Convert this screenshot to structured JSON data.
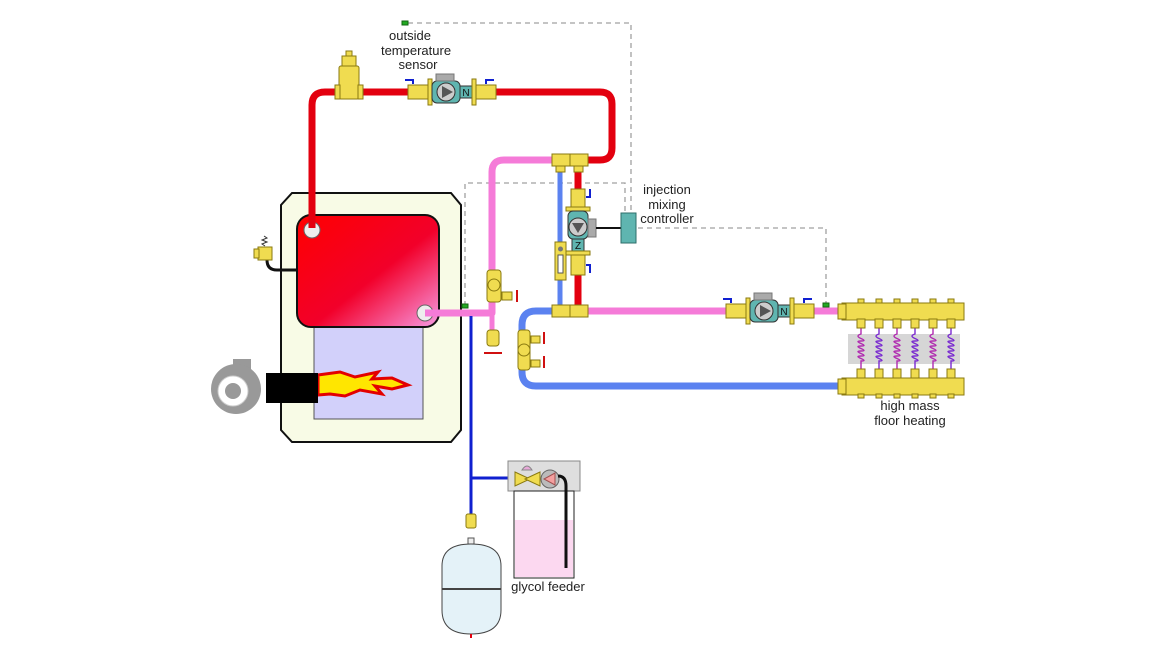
{
  "title": "Boiler system with injection mixing and high mass floor heating",
  "labels": {
    "outside_sensor": [
      "outside",
      "temperature",
      "sensor"
    ],
    "controller": [
      "injection",
      "mixing",
      "controller"
    ],
    "floor": [
      "high mass",
      "floor heating"
    ],
    "glycol": "glycol feeder"
  },
  "colors": {
    "supply_hot": "#e3000f",
    "return_warm": "#f57bd8",
    "cool": "#5b82f0",
    "cold_fill": "#1020d0",
    "brass": "#f0dc50",
    "pump_teal": "#5fb5b0",
    "boiler_jacket": "#f8fbe6",
    "combustion_chamber": "#d2d0fa",
    "glycol_fluid": "#fcd8f0",
    "expansion_tank": "#e4f2f8",
    "sensor_green": "#22aa22",
    "wiring": "#a0a0a0"
  },
  "components": [
    {
      "id": "boiler",
      "name": "boiler"
    },
    {
      "id": "burner",
      "name": "oil burner"
    },
    {
      "id": "relief-valve",
      "name": "pressure relief valve"
    },
    {
      "id": "air-separator",
      "name": "air separator"
    },
    {
      "id": "boiler-circulator",
      "name": "boiler circulator"
    },
    {
      "id": "injection-pump",
      "name": "injection pump"
    },
    {
      "id": "flow-meter",
      "name": "balancing valve"
    },
    {
      "id": "distribution-circulator",
      "name": "distribution circulator"
    },
    {
      "id": "manifold",
      "name": "floor heating manifold",
      "circuits": 6
    },
    {
      "id": "expansion-tank",
      "name": "expansion tank"
    },
    {
      "id": "glycol-feeder",
      "name": "glycol feeder"
    }
  ]
}
